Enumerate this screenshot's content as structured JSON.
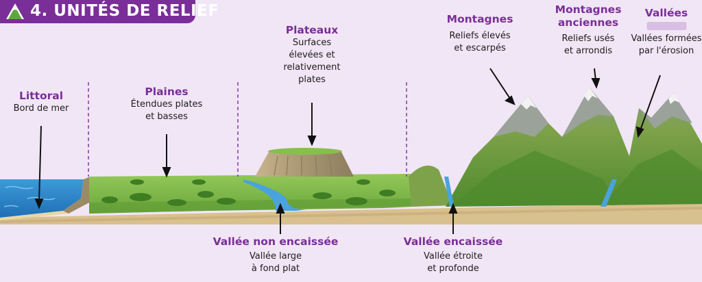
{
  "header": {
    "title": "4. UNITÉS DE RELIEF"
  },
  "colors": {
    "accent": "#7a2e98",
    "background": "#f1e6f5",
    "sea": "#2f8fd1",
    "plain": "#7cb84a",
    "mountain": "#6a9a3a",
    "snow": "#f2f2f2",
    "soil": "#d9c08f"
  },
  "labels": {
    "littoral": {
      "title": "Littoral",
      "desc": "Bord de mer"
    },
    "plaines": {
      "title": "Plaines",
      "desc": [
        "Étendues plates",
        "et basses"
      ]
    },
    "plateaux": {
      "title": "Plateaux",
      "desc": [
        "Surfaces",
        "élevées et",
        "relativement",
        "plates"
      ]
    },
    "montagnes": {
      "title": "Montagnes",
      "desc": [
        "Reliefs élevés",
        "et escarpés"
      ]
    },
    "montagnes_anciennes": {
      "title": [
        "Montagnes",
        "anciennes"
      ],
      "desc": [
        "Reliefs usés",
        "et arrondis"
      ]
    },
    "vallees": {
      "title": "Vallées",
      "desc": [
        "Vallées formées",
        "par l'érosion"
      ]
    },
    "vallee_non_encaissee": {
      "title": "Vallée non encaissée",
      "desc": [
        "Vallée large",
        "à fond plat"
      ]
    },
    "vallee_encaissee": {
      "title": "Vallée encaissée",
      "desc": [
        "Vallée étroite",
        "et profonde"
      ]
    }
  }
}
